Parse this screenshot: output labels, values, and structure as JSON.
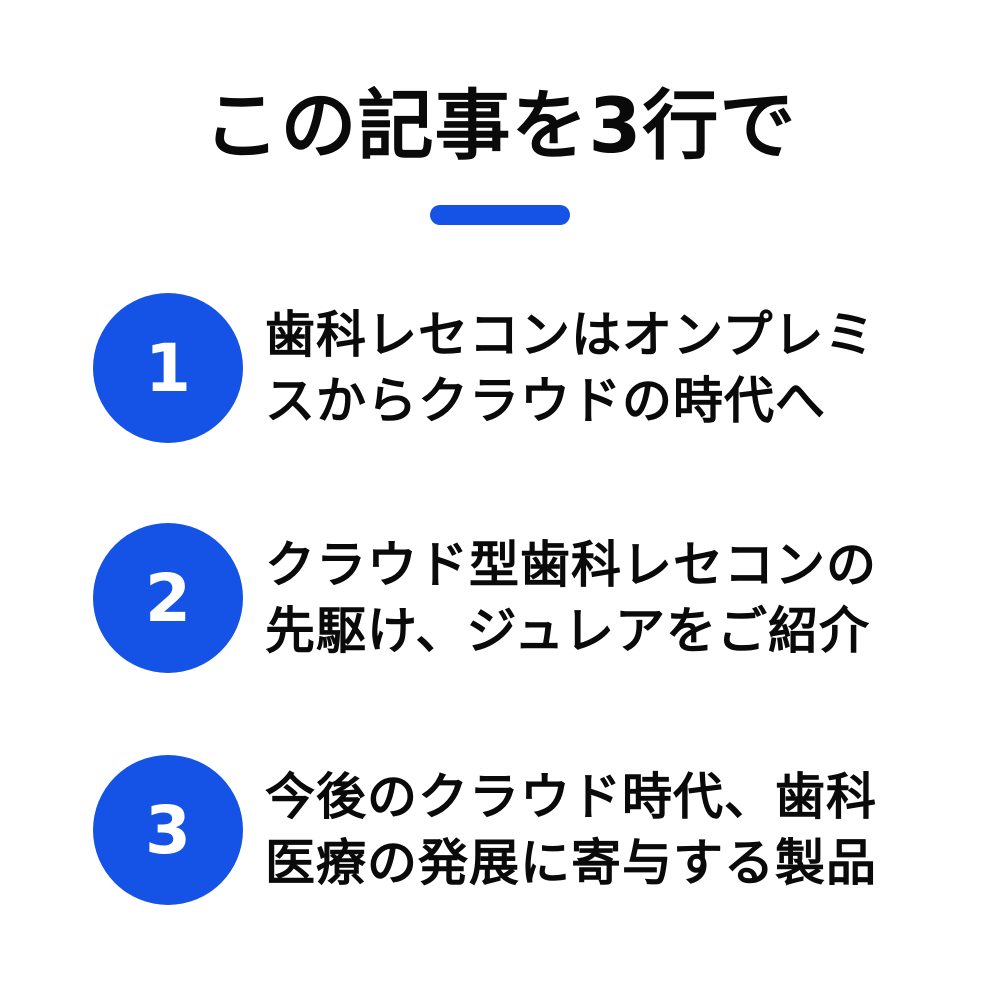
{
  "title": "この記事を3行で",
  "colors": {
    "accent": "#1552e6",
    "text": "#0a0a0a",
    "background": "#ffffff"
  },
  "points": [
    {
      "number": "1",
      "lines": [
        "歯科レセコンはオンプレミ",
        "スからクラウドの時代へ"
      ]
    },
    {
      "number": "2",
      "lines": [
        "クラウド型歯科レセコンの",
        "先駆け、ジュレアをご紹介"
      ]
    },
    {
      "number": "3",
      "lines": [
        "今後のクラウド時代、歯科",
        "医療の発展に寄与する製品"
      ]
    }
  ]
}
